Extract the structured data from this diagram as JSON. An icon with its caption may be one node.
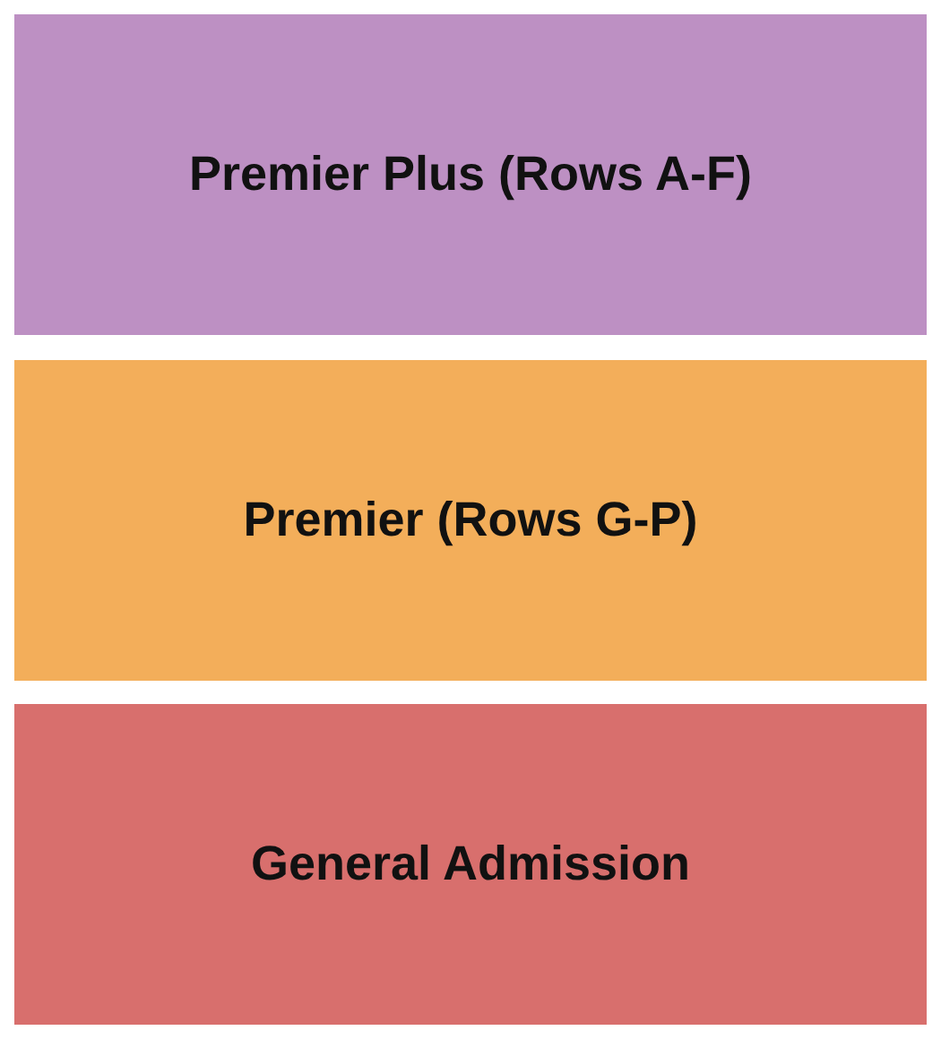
{
  "diagram": {
    "nodes": [
      {
        "text": [
          "Premier Plus (Rows A-F)"
        ]
      },
      {
        "text": [
          "Premier (Rows G-P)"
        ]
      },
      {
        "text": [
          "General Admission"
        ]
      }
    ]
  }
}
